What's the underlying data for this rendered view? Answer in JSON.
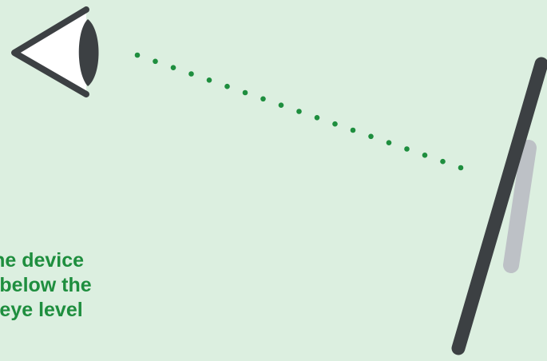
{
  "caption": {
    "line1": "ce the device",
    "line2": "ntly below the",
    "line3": "er’s eye level"
  },
  "colors": {
    "background": "#dcefe0",
    "accent_green": "#1e8e3e",
    "dark": "#3c4043",
    "device_screen": "#bdc1c6",
    "eye_fill": "#ffffff"
  },
  "icons": [
    "eye-icon",
    "device-icon"
  ]
}
